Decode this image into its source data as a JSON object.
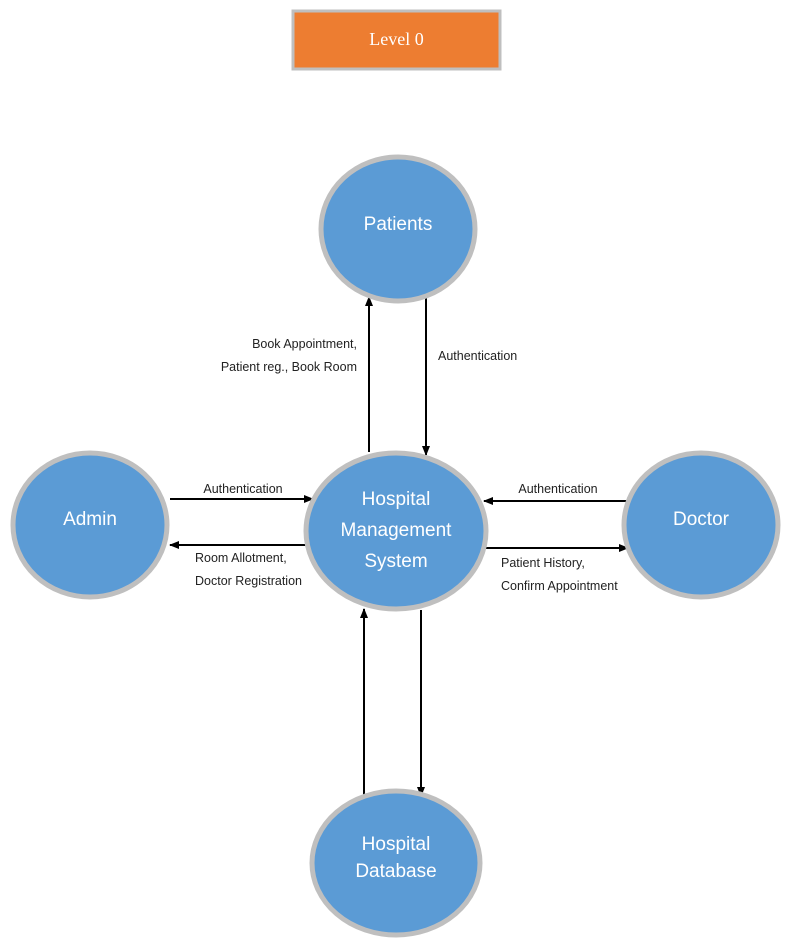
{
  "title": "Level 0",
  "colors": {
    "title_bg": "#ED7D31",
    "title_border": "#BFBFBF",
    "node_fill": "#5B9BD5",
    "node_border": "#BFBFBF",
    "arrow": "#000000"
  },
  "nodes": {
    "patients": "Patients",
    "admin": "Admin",
    "doctor": "Doctor",
    "center": [
      "Hospital",
      "Management",
      "System"
    ],
    "database": [
      "Hospital",
      "Database"
    ]
  },
  "flows": {
    "patients_to_system": [
      "Book Appointment,",
      "Patient reg., Book Room"
    ],
    "system_to_patients": "Authentication",
    "admin_to_system": "Authentication",
    "system_to_admin": [
      "Room Allotment,",
      "Doctor Registration"
    ],
    "doctor_to_system": "Authentication",
    "system_to_doctor": [
      "Patient History,",
      "Confirm Appointment"
    ]
  }
}
